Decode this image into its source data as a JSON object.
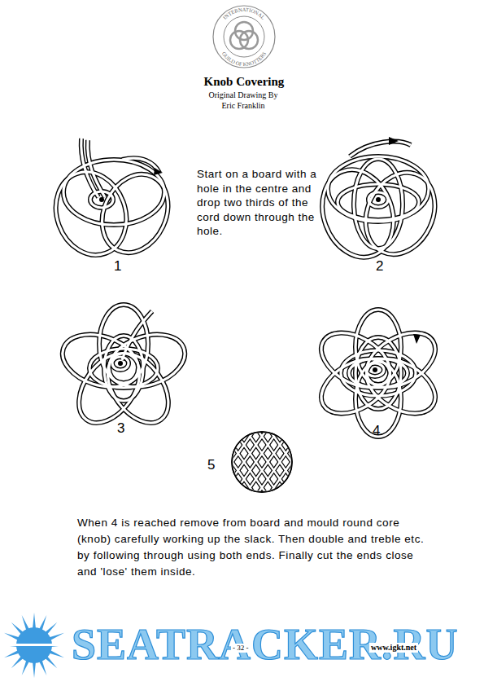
{
  "diagram": {
    "title": "Knob Covering",
    "labels": [
      "INTERNATIONAL",
      "GUILD OF KNOTTERS",
      "Original Drawing By Eric Franklin",
      "Start on a board with a hole in the centre and drop two thirds of the cord down through the hole.",
      "1",
      "2",
      "3",
      "4",
      "5",
      "When 4 is reached remove from board and mould round core (knob) carefully working up the slack. Then double and treble etc. by following through using both ends. Finally cut the ends close and 'lose' them inside.",
      "- 32 -",
      "www.igkt.net",
      "SEATRACKER.RU"
    ]
  }
}
